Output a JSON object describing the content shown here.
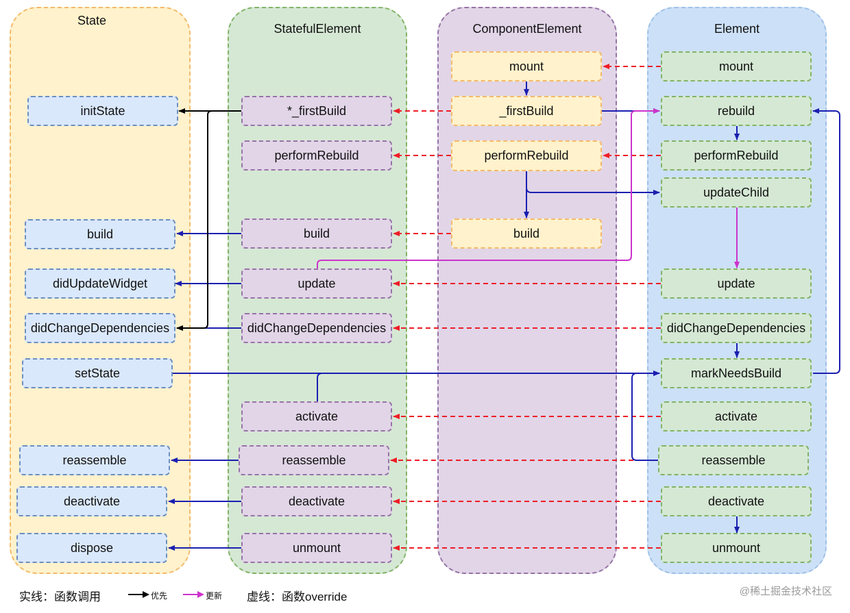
{
  "lanes": {
    "state": "State",
    "stateful": "StatefulElement",
    "component": "ComponentElement",
    "element": "Element"
  },
  "state_nodes": {
    "initState": "initState",
    "build": "build",
    "didUpdateWidget": "didUpdateWidget",
    "didChangeDependencies": "didChangeDependencies",
    "setState": "setState",
    "reassemble": "reassemble",
    "deactivate": "deactivate",
    "dispose": "dispose"
  },
  "stateful_nodes": {
    "firstBuild": "*_firstBuild",
    "performRebuild": "performRebuild",
    "build": "build",
    "update": "update",
    "didChangeDependencies": "didChangeDependencies",
    "activate": "activate",
    "reassemble": "reassemble",
    "deactivate": "deactivate",
    "unmount": "unmount"
  },
  "component_nodes": {
    "mount": "mount",
    "firstBuild": "_firstBuild",
    "performRebuild": "performRebuild",
    "build": "build"
  },
  "element_nodes": {
    "mount": "mount",
    "rebuild": "rebuild",
    "performRebuild": "performRebuild",
    "updateChild": "updateChild",
    "update": "update",
    "didChangeDependencies": "didChangeDependencies",
    "markNeedsBuild": "markNeedsBuild",
    "activate": "activate",
    "reassemble": "reassemble",
    "deactivate": "deactivate",
    "unmount": "unmount"
  },
  "legend": {
    "solid": "实线：函数调用",
    "priority": "优先",
    "update": "更新",
    "dashed": "虚线：函数override"
  },
  "watermark": "@稀土掘金技术社区",
  "colors": {
    "call": "#1b1fb0",
    "priority": "#000000",
    "update": "#cc33cc",
    "override": "#ee1c25"
  }
}
